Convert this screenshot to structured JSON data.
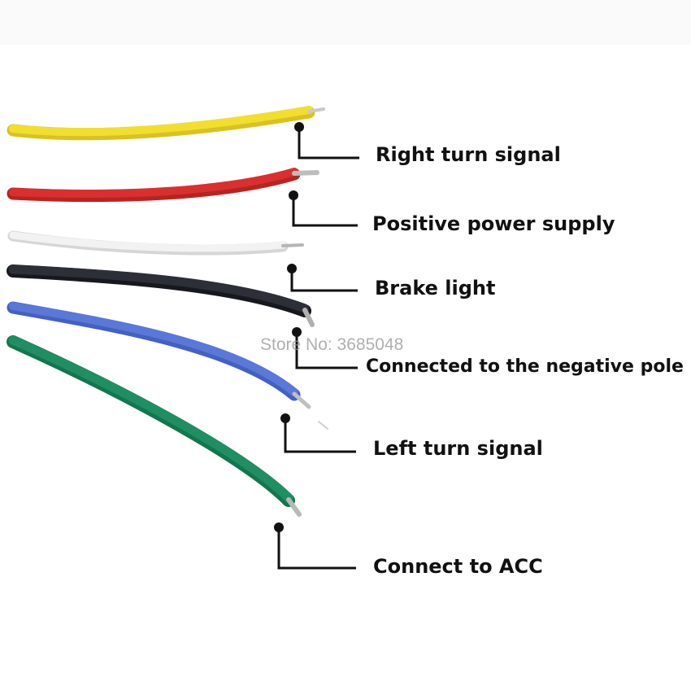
{
  "watermark": "Store No: 3685048",
  "wires": [
    {
      "name": "yellow",
      "color": "#f2de2e",
      "shade": "#d9c220",
      "label": "Right turn signal"
    },
    {
      "name": "red",
      "color": "#d9302f",
      "shade": "#b82320",
      "label": "Positive power supply"
    },
    {
      "name": "white",
      "color": "#eeeeee",
      "shade": "#d2d2d2",
      "label": "Brake light"
    },
    {
      "name": "black",
      "color": "#2c2f38",
      "shade": "#16181e",
      "label": "Connected to the negative pole"
    },
    {
      "name": "blue",
      "color": "#5a78d8",
      "shade": "#4461c2",
      "label": "Left turn signal"
    },
    {
      "name": "green",
      "color": "#1f8f63",
      "shade": "#14754f",
      "label": "Connect to ACC"
    }
  ]
}
